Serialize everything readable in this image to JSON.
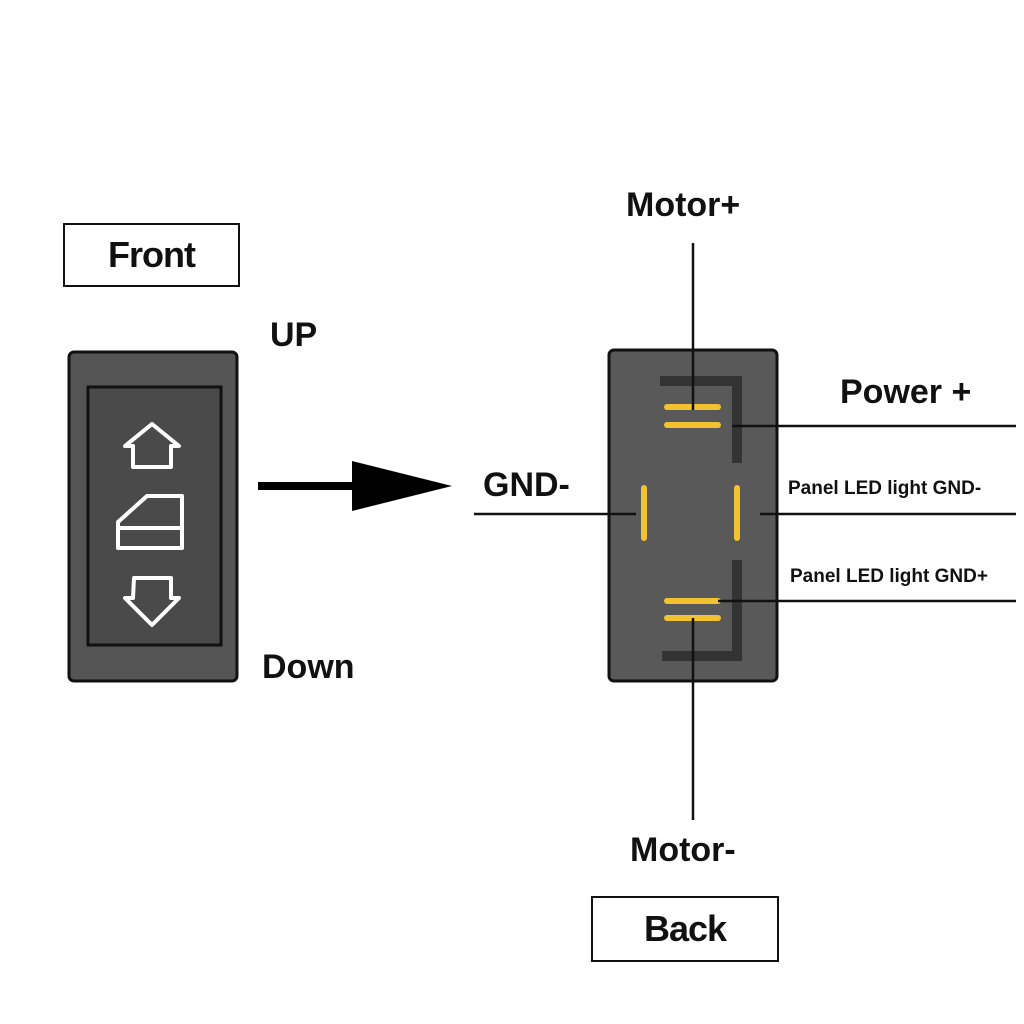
{
  "front": {
    "box_label": "Front",
    "up_label": "UP",
    "down_label": "Down"
  },
  "back": {
    "box_label": "Back",
    "terminals": {
      "motor_plus": "Motor+",
      "motor_minus": "Motor-",
      "power_plus": "Power +",
      "gnd_minus": "GND-",
      "led_gnd_minus": "Panel LED light GND-",
      "led_gnd_plus": "Panel LED light GND+"
    }
  },
  "colors": {
    "switch_body": "#545454",
    "switch_face": "#4a4a4a",
    "outline": "#111111",
    "terminal": "#f2c230",
    "symbol": "#ffffff"
  }
}
